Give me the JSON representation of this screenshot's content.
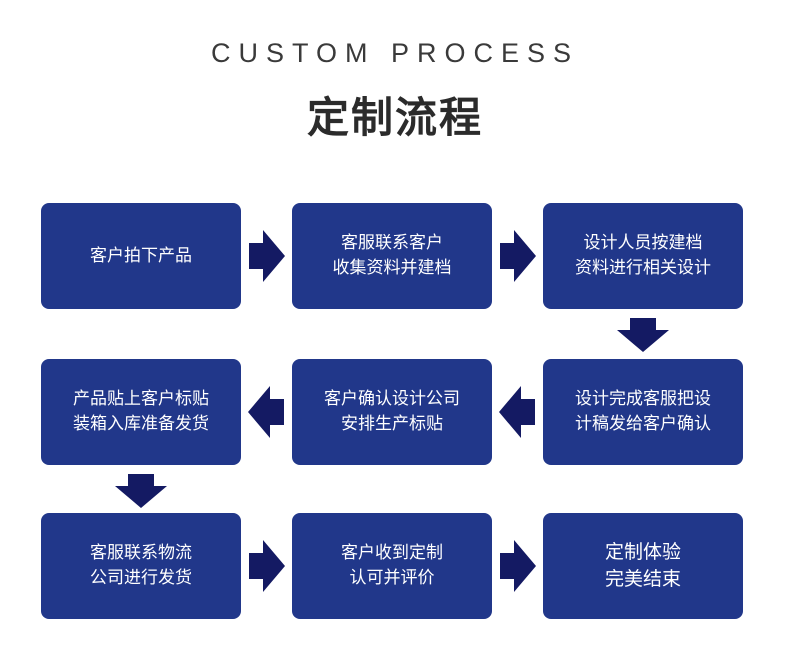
{
  "header": {
    "subtitle": "CUSTOM PROCESS",
    "title": "定制流程"
  },
  "steps": [
    {
      "lines": [
        "客户拍下产品"
      ]
    },
    {
      "lines": [
        "客服联系客户",
        "收集资料并建档"
      ]
    },
    {
      "lines": [
        "设计人员按建档",
        "资料进行相关设计"
      ]
    },
    {
      "lines": [
        "设计完成客服把设",
        "计稿发给客户确认"
      ]
    },
    {
      "lines": [
        "客户确认设计公司",
        "安排生产标贴"
      ]
    },
    {
      "lines": [
        "产品贴上客户标贴",
        "装箱入库准备发货"
      ]
    },
    {
      "lines": [
        "客服联系物流",
        "公司进行发货"
      ]
    },
    {
      "lines": [
        "客户收到定制",
        "认可并评价"
      ]
    },
    {
      "lines": [
        "定制体验",
        "完美结束"
      ]
    }
  ],
  "colors": {
    "box": "#21378a",
    "arrow": "#141a63",
    "text": "#ffffff"
  }
}
